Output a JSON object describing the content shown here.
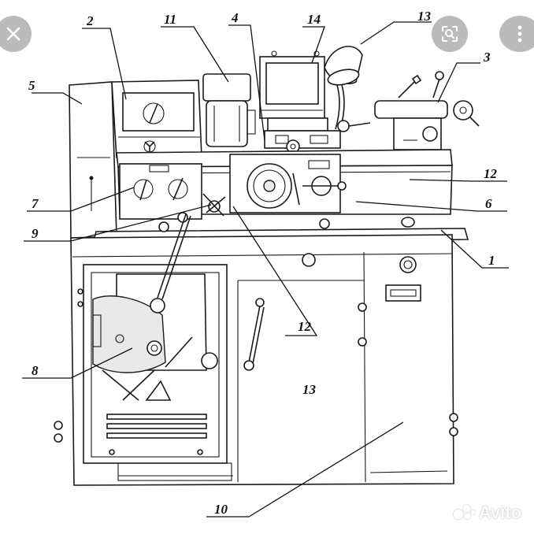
{
  "overlay": {
    "close_icon": "close-icon",
    "lens_icon": "lens-icon",
    "more_icon": "more-vertical-icon",
    "watermark_text": "Avito",
    "watermark_color": "#ffffff"
  },
  "diagram": {
    "labels": {
      "n1": "1",
      "n2": "2",
      "n3": "3",
      "n4": "4",
      "n5": "5",
      "n6": "6",
      "n7": "7",
      "n8": "8",
      "n9": "9",
      "n10": "10",
      "n11": "11",
      "n12a": "12",
      "n12b": "12",
      "n13a": "13",
      "n13b": "13",
      "n14": "14"
    }
  }
}
